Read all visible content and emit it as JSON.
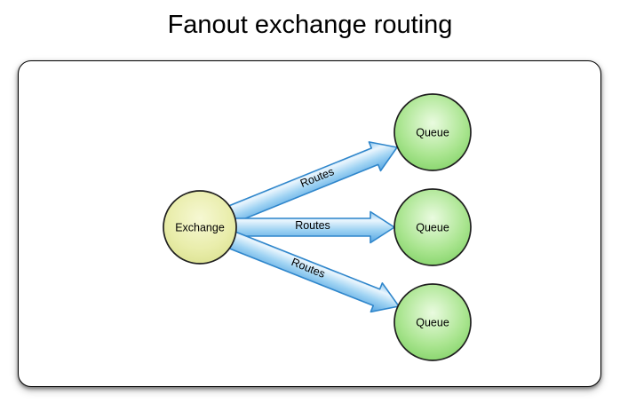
{
  "title": "Fanout exchange routing",
  "diagram": {
    "exchange": {
      "label": "Exchange"
    },
    "queues": [
      {
        "label": "Queue",
        "position": "top"
      },
      {
        "label": "Queue",
        "position": "middle"
      },
      {
        "label": "Queue",
        "position": "bottom"
      }
    ],
    "edges": [
      {
        "label": "Routes",
        "from": "Exchange",
        "to": "Queue",
        "position": "top"
      },
      {
        "label": "Routes",
        "from": "Exchange",
        "to": "Queue",
        "position": "middle"
      },
      {
        "label": "Routes",
        "from": "Exchange",
        "to": "Queue",
        "position": "bottom"
      }
    ],
    "colors": {
      "panel_border": "#000000",
      "node_stroke": "#1f1f1f",
      "exchange_fill_center": "#f6f8d3",
      "exchange_fill_mid": "#e9edab",
      "exchange_fill_edge": "#d6dd85",
      "queue_fill_center": "#eafbe0",
      "queue_fill_mid": "#aae590",
      "queue_fill_edge": "#72cb57",
      "arrow_stroke": "#2f86cb",
      "arrow_grad_0": "#7dbfed",
      "arrow_grad_1": "#e9f5fd",
      "arrow_grad_2": "#9fd3f3",
      "arrow_grad_3": "#4da0e0"
    }
  }
}
